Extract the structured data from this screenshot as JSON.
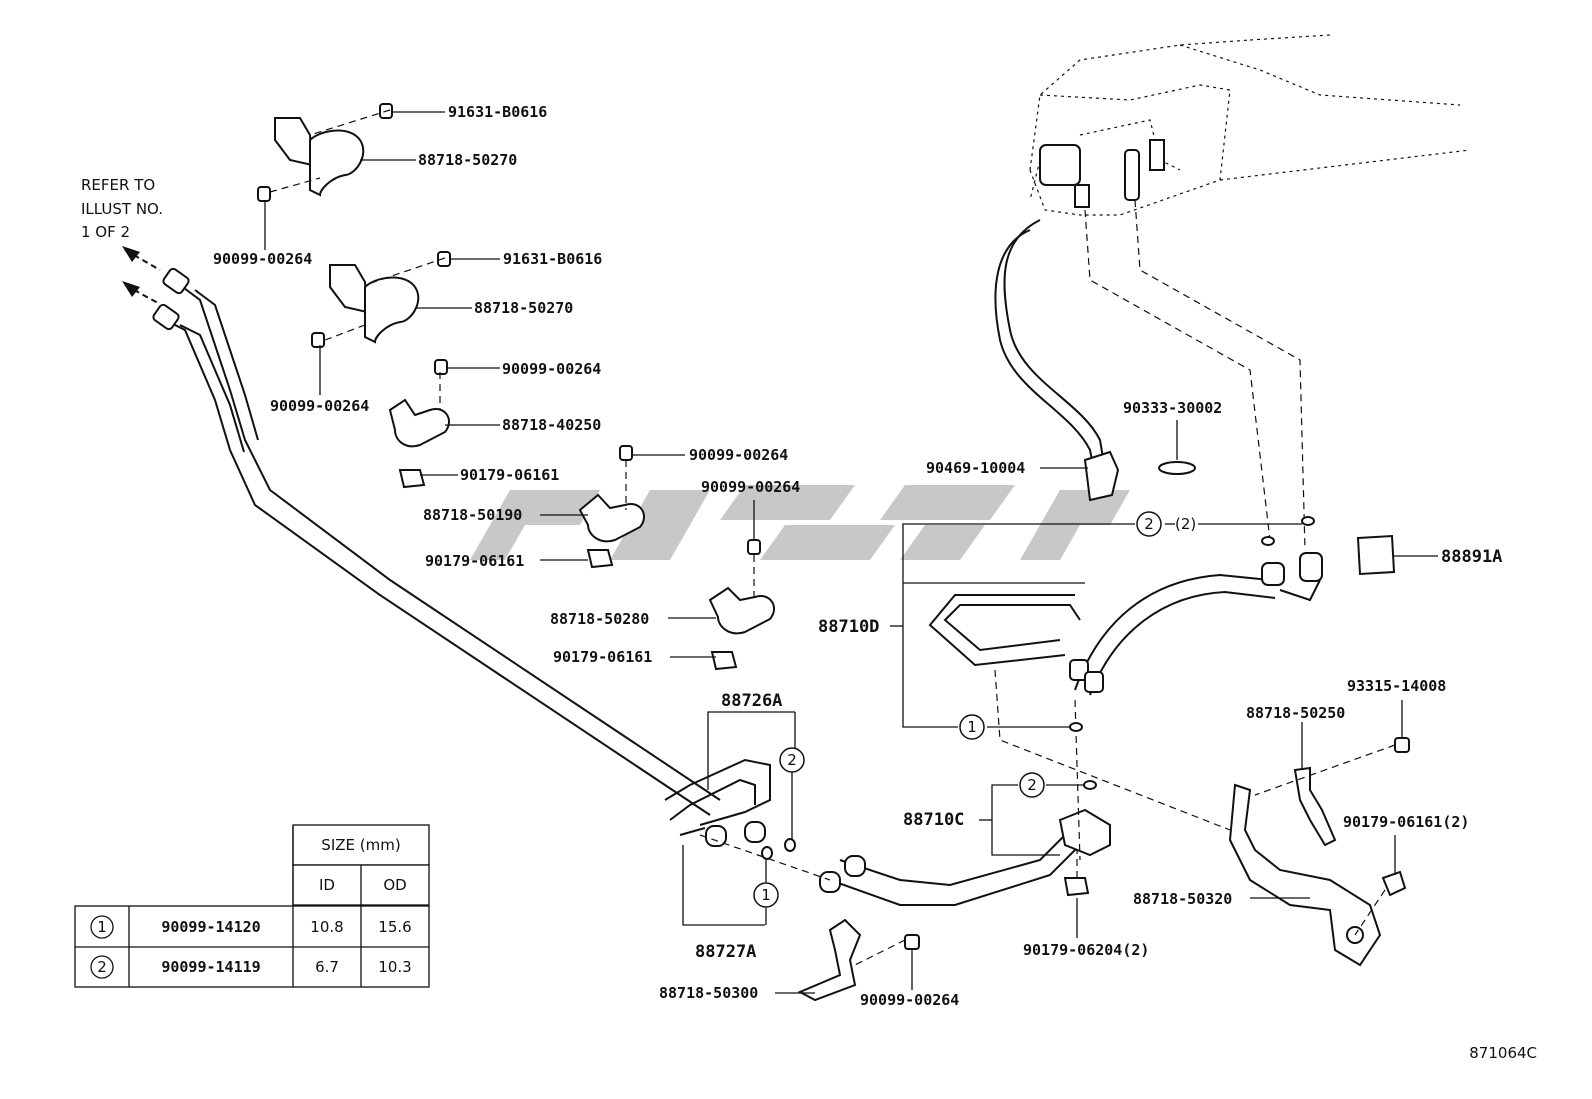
{
  "refer_note": [
    "REFER TO",
    "ILLUST NO.",
    "1 OF 2"
  ],
  "labels": {
    "p1": "91631-B0616",
    "p2": "88718-50270",
    "p3": "90099-00264",
    "p4": "91631-B0616",
    "p5": "88718-50270",
    "p6": "90099-00264",
    "p7": "90099-00264",
    "p8": "88718-40250",
    "p9": "90179-06161",
    "p10": "90099-00264",
    "p11": "90099-00264",
    "p12": "88718-50190",
    "p13": "90179-06161",
    "p14": "88718-50280",
    "p15": "90179-06161",
    "p16": "90469-10004",
    "p17": "90333-30002",
    "p18": "88891A",
    "p19": "88710D",
    "p20": "(2)",
    "p21": "88726A",
    "p22": "88727A",
    "p23": "88710C",
    "p24": "93315-14008",
    "p25": "88718-50250",
    "p26": "90179-06161(2)",
    "p27": "88718-50320",
    "p28": "90179-06204(2)",
    "p29": "88718-50300",
    "p30": "90099-00264"
  },
  "circle_marks": {
    "one": "1",
    "two": "2"
  },
  "size_table": {
    "header": "SIZE (mm)",
    "col_id": "ID",
    "col_od": "OD",
    "rows": [
      {
        "mark": "1",
        "part": "90099-14120",
        "id": "10.8",
        "od": "15.6"
      },
      {
        "mark": "2",
        "part": "90099-14119",
        "id": "6.7",
        "od": "10.3"
      }
    ]
  },
  "diagram_code": "871064C"
}
